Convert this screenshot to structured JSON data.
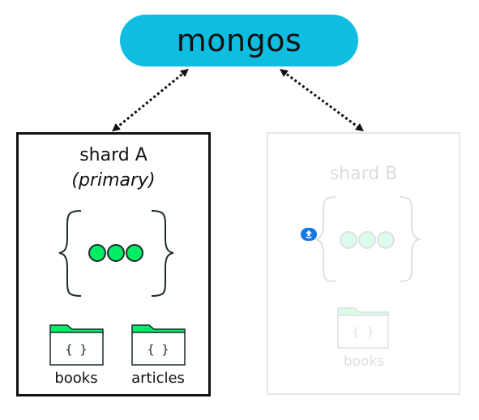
{
  "mongos": {
    "label": "mongos"
  },
  "shard_a": {
    "title": "shard A",
    "subtitle": "(primary)",
    "collections": [
      {
        "label": "books",
        "icon": "{ }"
      },
      {
        "label": "articles",
        "icon": "{ }"
      }
    ]
  },
  "shard_b": {
    "title": "shard B",
    "collections": [
      {
        "label": "books",
        "icon": "{ }"
      }
    ]
  },
  "colors": {
    "mongos": "#0fbde0",
    "folder_tab": "#00ed64",
    "dots": "#00ed64",
    "badge": "#1479e6"
  }
}
